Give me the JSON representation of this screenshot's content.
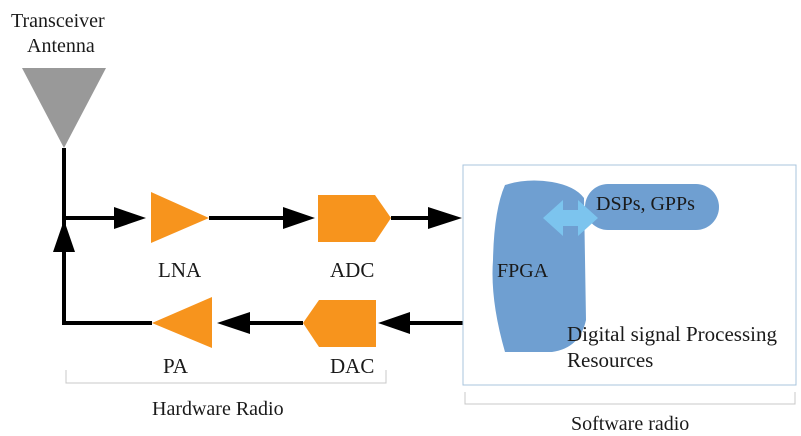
{
  "antenna": {
    "line1": "Transceiver",
    "line2": "Antenna"
  },
  "blocks": {
    "lna": "LNA",
    "adc": "ADC",
    "pa": "PA",
    "dac": "DAC",
    "fpga": "FPGA",
    "dsps": "DSPs, GPPs"
  },
  "software_box": {
    "line1": "Digital signal Processing",
    "line2": "Resources"
  },
  "groups": {
    "hardware": "Hardware Radio",
    "software": "Software radio"
  },
  "colors": {
    "amplifier": "#f7941d",
    "fpga": "#6f9fd1",
    "dsp": "#6f9fd1",
    "antenna": "#999999",
    "link": "#7cc4ee",
    "wire": "#000000",
    "box_border": "#a9c4de"
  }
}
